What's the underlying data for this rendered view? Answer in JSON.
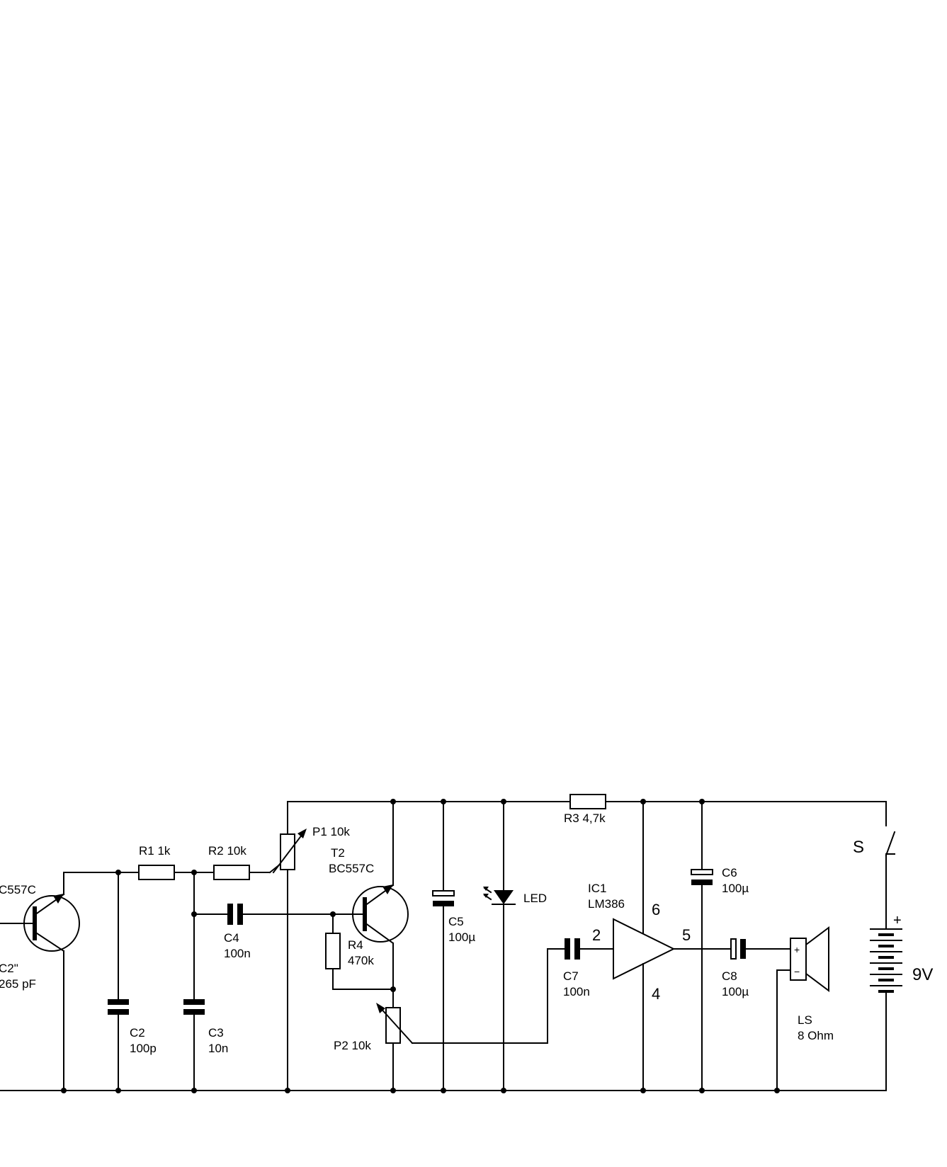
{
  "labels": {
    "t1_type": "C557C",
    "c1_name": "C2\"",
    "c1_value": "265 pF",
    "r1": "R1 1k",
    "r2": "R2 10k",
    "p1": "P1 10k",
    "t2_name": "T2",
    "t2_type": "BC557C",
    "c4_name": "C4",
    "c4_value": "100n",
    "r4_name": "R4",
    "r4_value": "470k",
    "c2_name": "C2",
    "c2_value": "100p",
    "c3_name": "C3",
    "c3_value": "10n",
    "p2": "P2 10k",
    "c5_name": "C5",
    "c5_value": "100µ",
    "led": "LED",
    "r3": "R3 4,7k",
    "ic1_name": "IC1",
    "ic1_type": "LM386",
    "pin6": "6",
    "pin2": "2",
    "pin5": "5",
    "pin4": "4",
    "c6_name": "C6",
    "c6_value": "100µ",
    "c7_name": "C7",
    "c7_value": "100n",
    "c8_name": "C8",
    "c8_value": "100µ",
    "ls_name": "LS",
    "ls_value": "8 Ohm",
    "switch": "S",
    "battery": "9V",
    "plus_bat": "+",
    "plus_ls": "+",
    "minus_ls": "−"
  }
}
